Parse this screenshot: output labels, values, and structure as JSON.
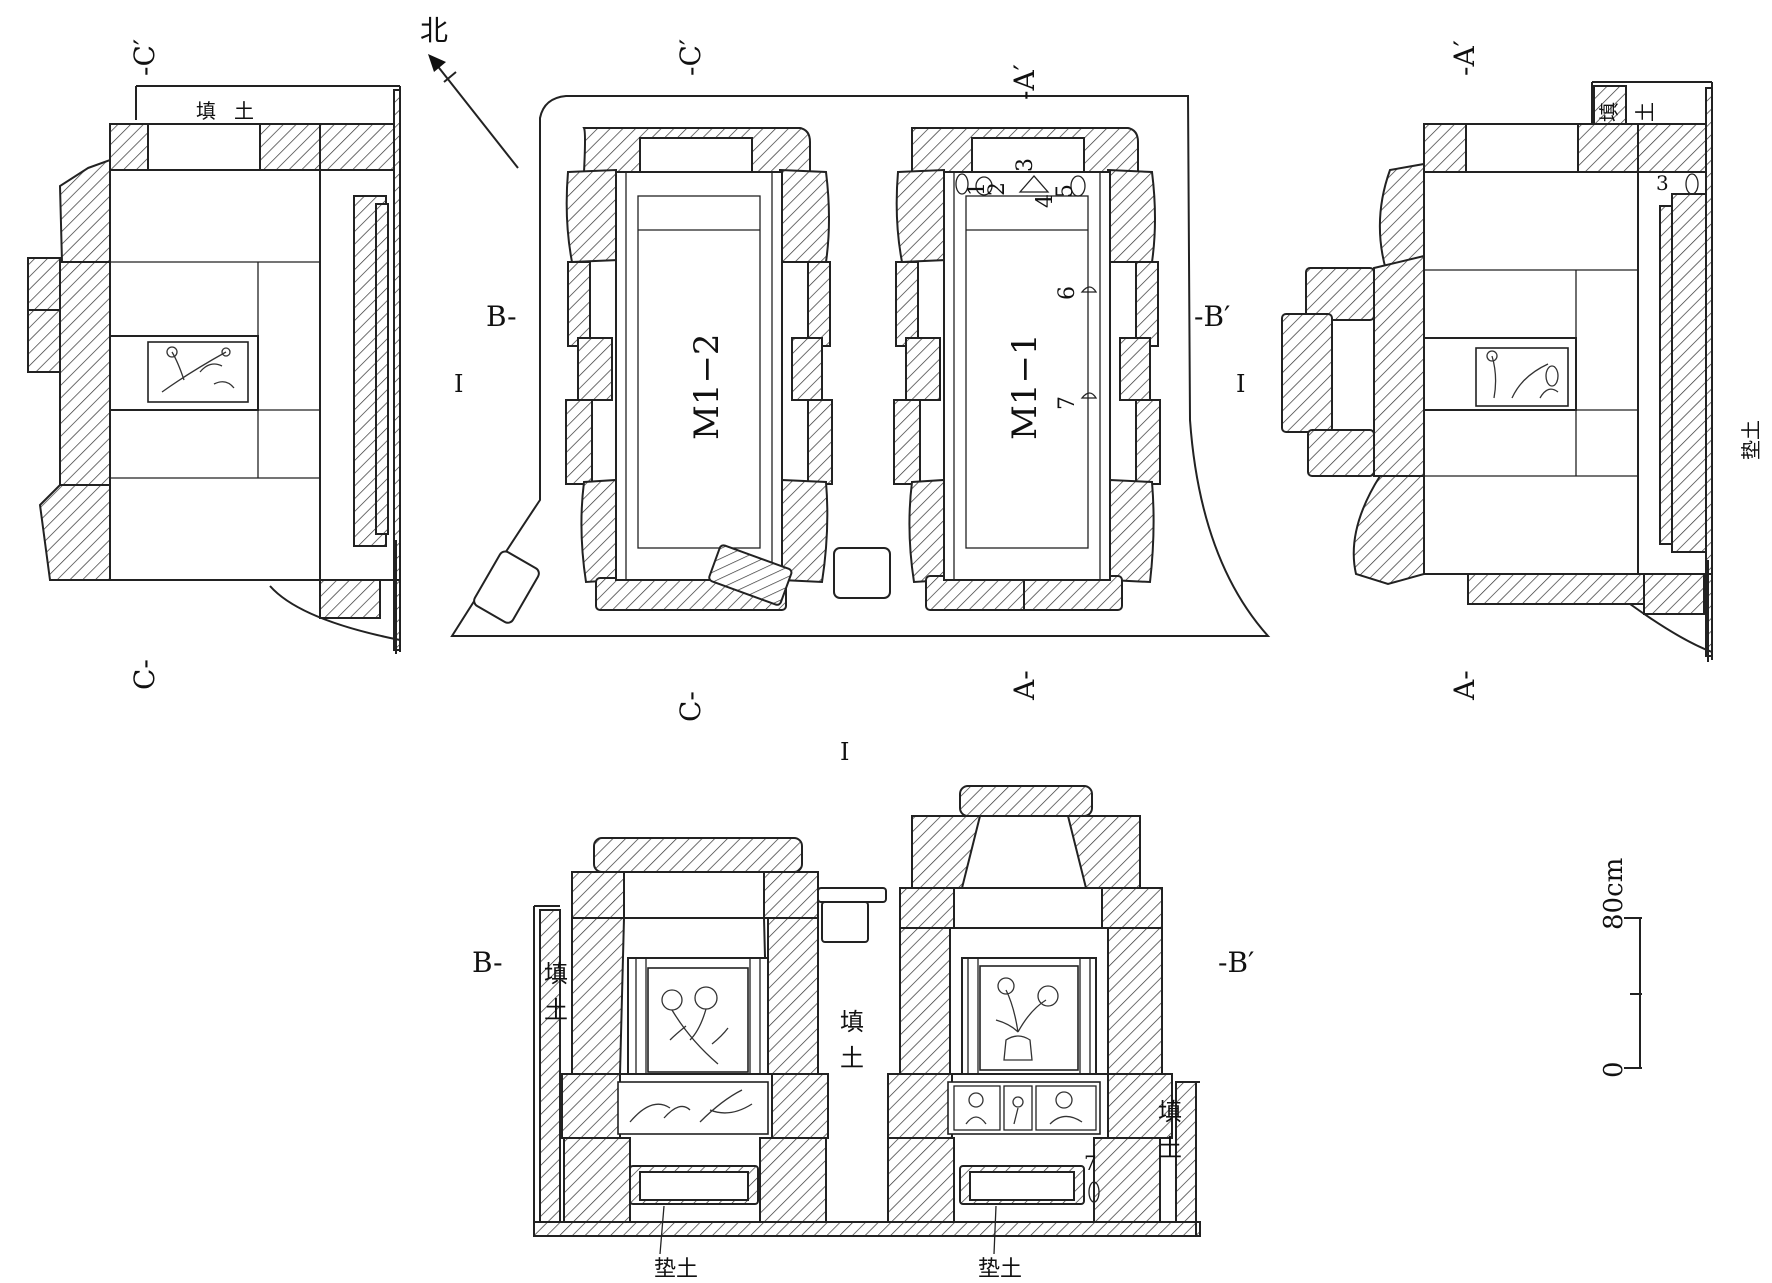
{
  "north": "北",
  "sections": {
    "c_prime": "-C′",
    "c": "C-",
    "a_prime": "-A′",
    "a": "A-",
    "b_left": "B-",
    "b_right": "-B′",
    "tick": "I"
  },
  "tombs": {
    "m1_2": "M1−2",
    "m1_1": "M1−1"
  },
  "artifacts": [
    "1",
    "2",
    "3",
    "4",
    "5",
    "6",
    "7"
  ],
  "soil": {
    "fill_tian": "填",
    "fill_tu": "土",
    "fill": "填土",
    "bedding": "垫土"
  },
  "scale": {
    "label": "80cm",
    "zero": "0"
  }
}
